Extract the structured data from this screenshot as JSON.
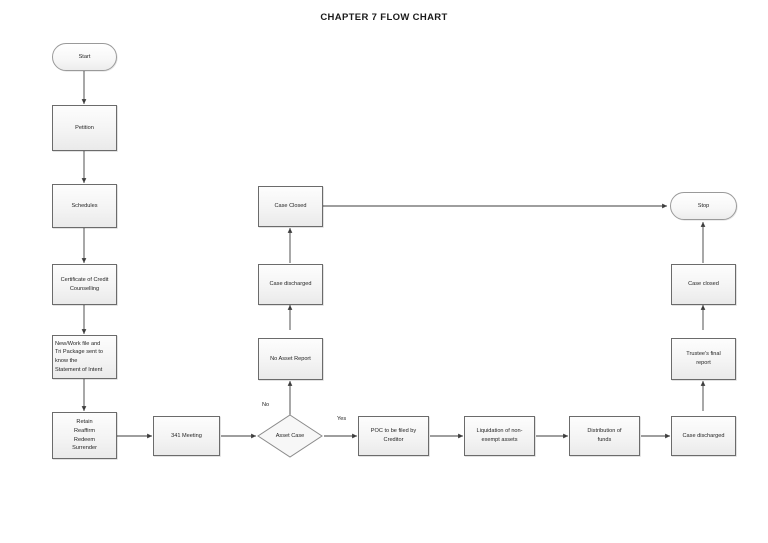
{
  "page": {
    "title": "CHAPTER 7 FLOW CHART",
    "background": "#ffffff",
    "node_fill": "#f4f4f4",
    "node_border": "#6b6b6b",
    "connector_color": "#3d3d3d"
  },
  "nodes": {
    "start": {
      "label": "Start",
      "shape": "terminator"
    },
    "petition": {
      "label": "Petition",
      "shape": "process"
    },
    "schedules": {
      "label": "Schedules",
      "shape": "process"
    },
    "certificate": {
      "label": "Certificate of Credit\nCounselling",
      "shape": "process"
    },
    "workfile": {
      "label": "New/Work file and\nTri Package sent to\nknow the\nStatement of Intent",
      "shape": "process"
    },
    "retain": {
      "label": "Retain\nReaffirm\nRedeem\nSurrender",
      "shape": "process"
    },
    "meeting341": {
      "label": "341 Meeting",
      "shape": "process"
    },
    "asset_case": {
      "label": "Asset Case",
      "shape": "decision"
    },
    "poc": {
      "label": "POC to be filed by\nCreditor",
      "shape": "process"
    },
    "liquidation": {
      "label": "Liquidation of non-\nexempt assets",
      "shape": "process"
    },
    "distribution": {
      "label": "Distribution of\nfunds",
      "shape": "process"
    },
    "case_discharged_right": {
      "label": "Case discharged",
      "shape": "process"
    },
    "trustee_report": {
      "label": "Trustee's final\nreport",
      "shape": "process"
    },
    "case_closed_right": {
      "label": "Case closed",
      "shape": "process"
    },
    "no_asset_report": {
      "label": "No Asset Report",
      "shape": "process"
    },
    "case_discharged_mid": {
      "label": "Case discharged",
      "shape": "process"
    },
    "case_closed_mid": {
      "label": "Case Closed",
      "shape": "process"
    },
    "stop": {
      "label": "Stop",
      "shape": "terminator"
    }
  },
  "edge_labels": {
    "no": "No",
    "yes": "Yes"
  }
}
